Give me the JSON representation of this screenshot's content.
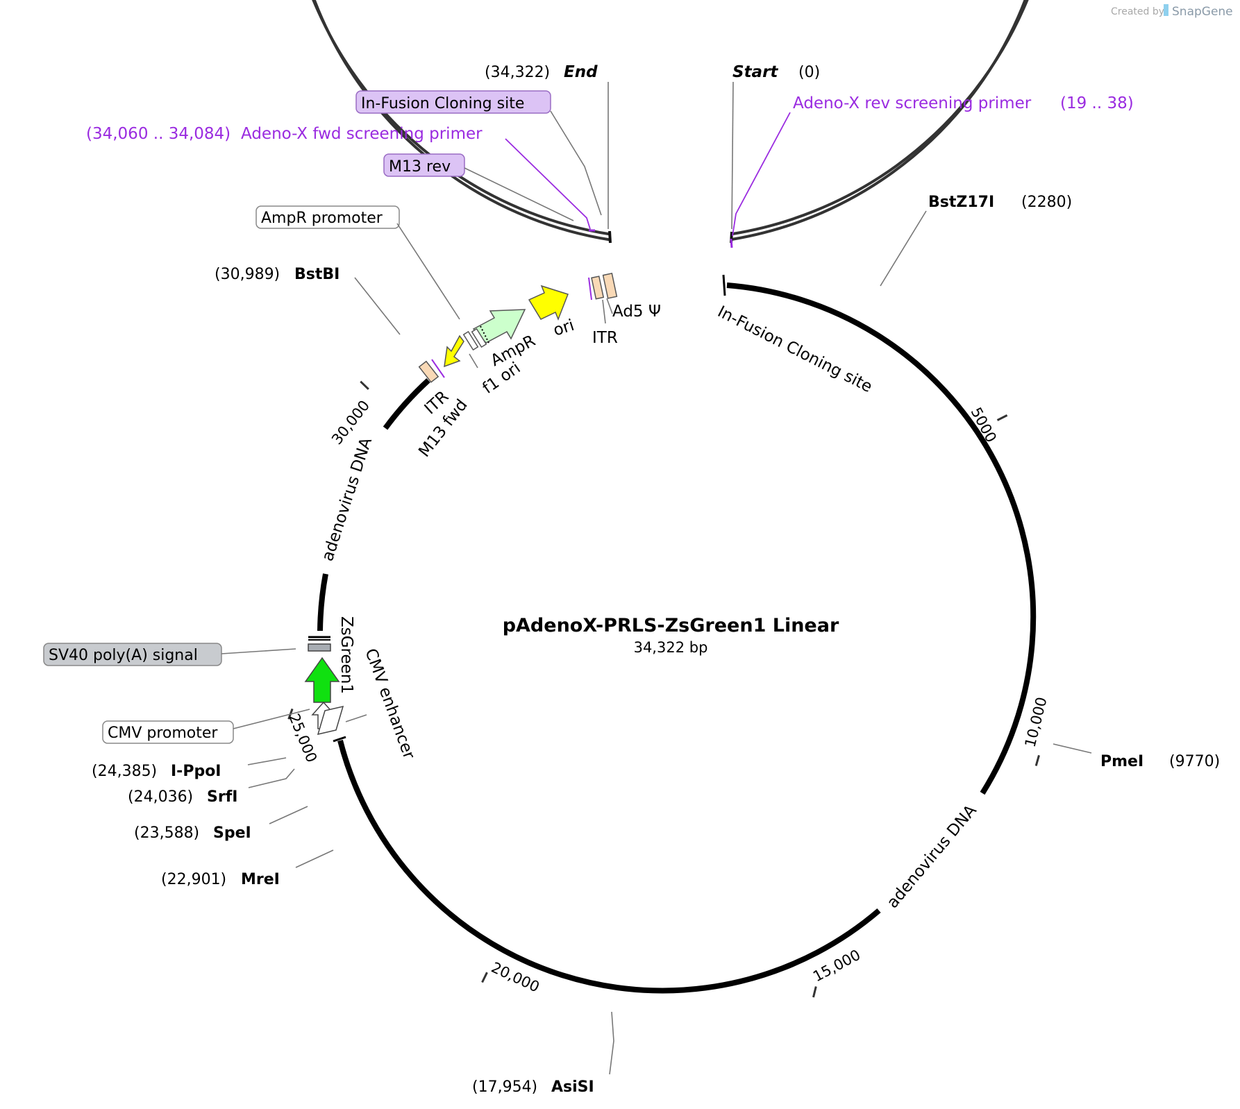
{
  "credit": {
    "created_by": "Created by",
    "brand": "SnapGene"
  },
  "map": {
    "name": "pAdenoX-PRLS-ZsGreen1 Linear",
    "length": "34,322 bp"
  },
  "ends": {
    "start_label": "Start",
    "start_pos": "(0)",
    "end_pos": "(34,322)",
    "end_label": "End"
  },
  "primers": {
    "rev": {
      "name": "Adeno-X rev screening primer",
      "range": "(19 .. 38)"
    },
    "fwd": {
      "range": "(34,060 .. 34,084)",
      "name": "Adeno-X fwd screening primer"
    }
  },
  "boxed_labels": {
    "infusion": "In-Fusion Cloning site",
    "m13rev": "M13 rev",
    "ampr_promoter": "AmpR promoter",
    "sv40": "SV40 poly(A) signal",
    "cmv_promoter": "CMV promoter"
  },
  "sites": [
    {
      "name": "BstZ17I",
      "pos": "(2280)"
    },
    {
      "name": "PmeI",
      "pos": "(9770)"
    },
    {
      "name": "AsiSI",
      "pos": "(17,954)"
    },
    {
      "name": "MreI",
      "pos": "(22,901)"
    },
    {
      "name": "SpeI",
      "pos": "(23,588)"
    },
    {
      "name": "SrfI",
      "pos": "(24,036)"
    },
    {
      "name": "I-PpoI",
      "pos": "(24,385)"
    },
    {
      "name": "BstBI",
      "pos": "(30,989)"
    }
  ],
  "ticks": [
    "5000",
    "10,000",
    "15,000",
    "20,000",
    "25,000",
    "30,000"
  ],
  "features": {
    "infusion_arc": "In-Fusion Cloning site",
    "adeno_right": "adenovirus DNA",
    "adeno_left": "adenovirus DNA",
    "zsgreen": "ZsGreen1",
    "cmv_enh": "CMV enhancer",
    "itr_top": "ITR",
    "ad5": "Ad5 Ψ",
    "ori": "ori",
    "ampr": "AmpR",
    "f1ori": "f1 ori",
    "itr_left": "ITR",
    "m13fwd": "M13 fwd"
  },
  "colors": {
    "backbone": "#333333",
    "primer": "#9a2be0",
    "primer_box": "#dcc3f5",
    "itr": "#f9d9b6",
    "ori": "#ffff00",
    "ampr": "#ccffcc",
    "zsgreen": "#10e010",
    "sv40": "#a8adb3"
  }
}
